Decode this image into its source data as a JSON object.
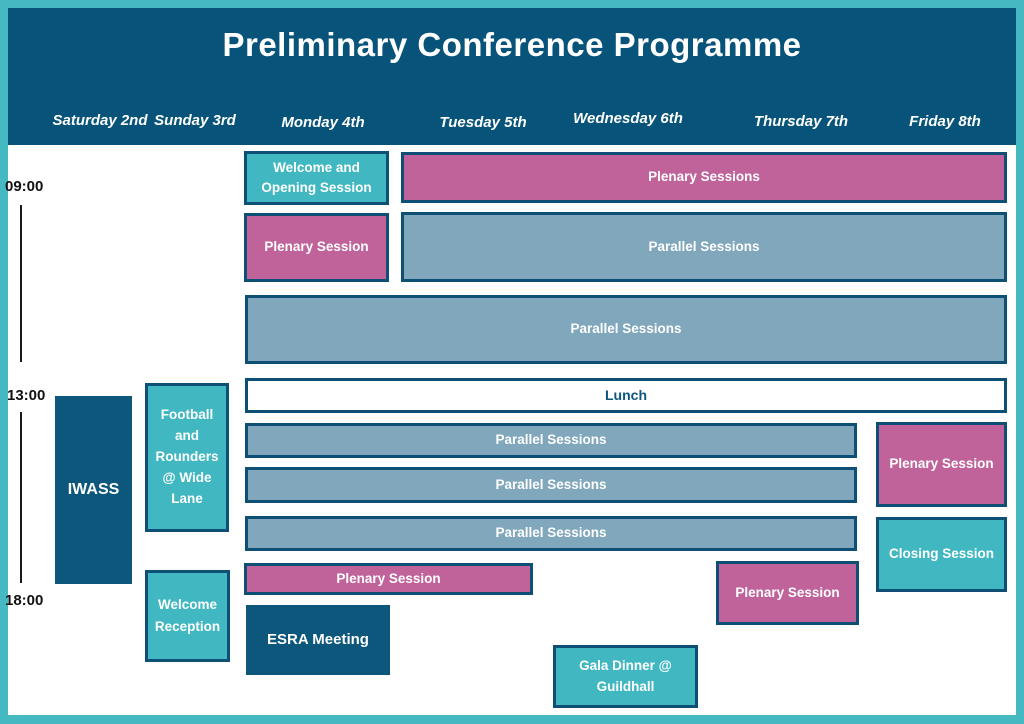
{
  "page": {
    "title": "Preliminary Conference Programme"
  },
  "days": [
    {
      "label": "Saturday 2nd"
    },
    {
      "label": "Sunday 3rd"
    },
    {
      "label": "Monday 4th"
    },
    {
      "label": "Tuesday 5th"
    },
    {
      "label": "Wednesday 6th"
    },
    {
      "label": "Thursday 7th"
    },
    {
      "label": "Friday 8th"
    }
  ],
  "time_axis": [
    {
      "label": "09:00"
    },
    {
      "label": "13:00"
    },
    {
      "label": "18:00"
    }
  ],
  "sessions": {
    "welcome_opening": {
      "label": "Welcome and Opening Session",
      "type": "social"
    },
    "plenary_top": {
      "label": "Plenary Sessions",
      "type": "plenary"
    },
    "plenary_mon_am": {
      "label": "Plenary Session",
      "type": "plenary"
    },
    "parallel_am_right": {
      "label": "Parallel Sessions",
      "type": "parallel"
    },
    "parallel_midday": {
      "label": "Parallel Sessions",
      "type": "parallel"
    },
    "lunch": {
      "label": "Lunch",
      "type": "break"
    },
    "parallel_pm1": {
      "label": "Parallel Sessions",
      "type": "parallel"
    },
    "parallel_pm2": {
      "label": "Parallel Sessions",
      "type": "parallel"
    },
    "parallel_pm3": {
      "label": "Parallel Sessions",
      "type": "parallel"
    },
    "plenary_mon_eve": {
      "label": "Plenary Session",
      "type": "plenary"
    },
    "plenary_thu_eve": {
      "label": "Plenary Session",
      "type": "plenary"
    },
    "plenary_fri_pm": {
      "label": "Plenary Session",
      "type": "plenary"
    },
    "closing": {
      "label": "Closing Session",
      "type": "social"
    },
    "iwass": {
      "label": "IWASS",
      "type": "meeting"
    },
    "football": {
      "label": "Football and Rounders @ Wide Lane",
      "type": "social"
    },
    "welcome_reception": {
      "label": "Welcome Reception",
      "type": "social"
    },
    "esra": {
      "label": "ESRA Meeting",
      "type": "meeting"
    },
    "gala": {
      "label": "Gala Dinner @ Guildhall",
      "type": "social"
    }
  },
  "colors": {
    "frame_teal": "#45b9c2",
    "header_navy": "#075379",
    "block_navy": "#0d567c",
    "block_border": "#0e4f75",
    "plenary_pink": "#c0639a",
    "parallel_blue": "#80a7bc",
    "social_teal": "#41b7c1",
    "lunch_white": "#ffffff"
  }
}
